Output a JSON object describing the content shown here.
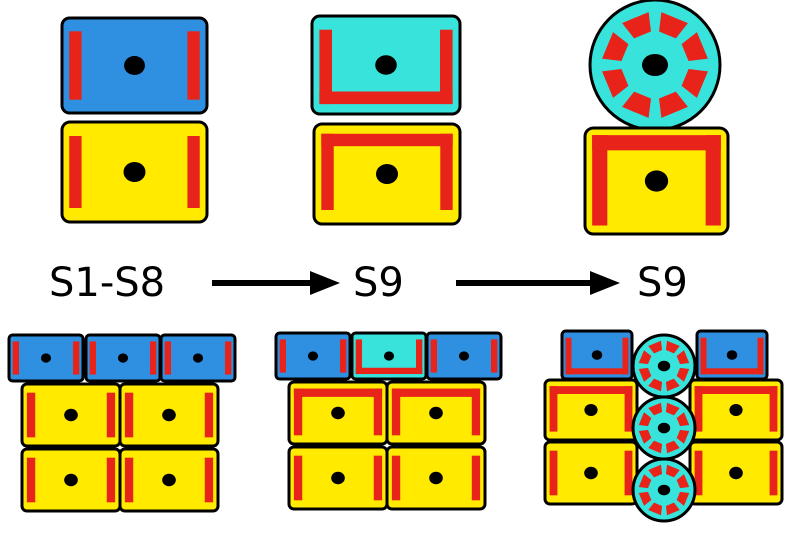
{
  "stages": [
    {
      "label": "S1-S8"
    },
    {
      "label": "S9"
    },
    {
      "label": "S9"
    }
  ],
  "colors": {
    "blue_cell": "#2f8fe0",
    "cyan_cell": "#38e3dc",
    "yellow_cell": "#ffea00",
    "polarity_red": "#e8231a",
    "outline": "#000000",
    "nucleus": "#000000"
  }
}
